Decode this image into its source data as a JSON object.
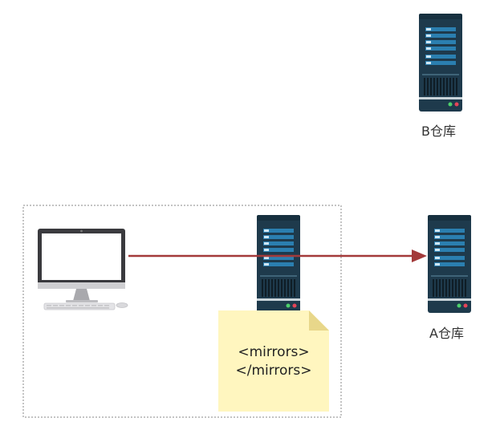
{
  "diagram": {
    "nodes": {
      "repo_b": {
        "label": "B仓库",
        "icon": "server-icon"
      },
      "mirror_server": {
        "icon": "server-icon"
      },
      "repo_a": {
        "label": "A仓库",
        "icon": "server-icon"
      },
      "workstation": {
        "icon": "desktop-computer-icon"
      }
    },
    "note": {
      "lines": [
        "<mirrors>",
        "</mirrors>"
      ],
      "icon": "note-icon"
    },
    "edges": [
      {
        "from": "workstation",
        "to": "repo_a",
        "style": "arrow"
      }
    ],
    "group": {
      "border": "dotted"
    }
  },
  "colors": {
    "server_body": "#1e3a4c",
    "server_slot": "#2b7fb0",
    "arrow": "#a33a3a",
    "note_fill": "#fff6bf",
    "note_fold": "#e8d78a",
    "group_border": "#8a8a8a"
  }
}
